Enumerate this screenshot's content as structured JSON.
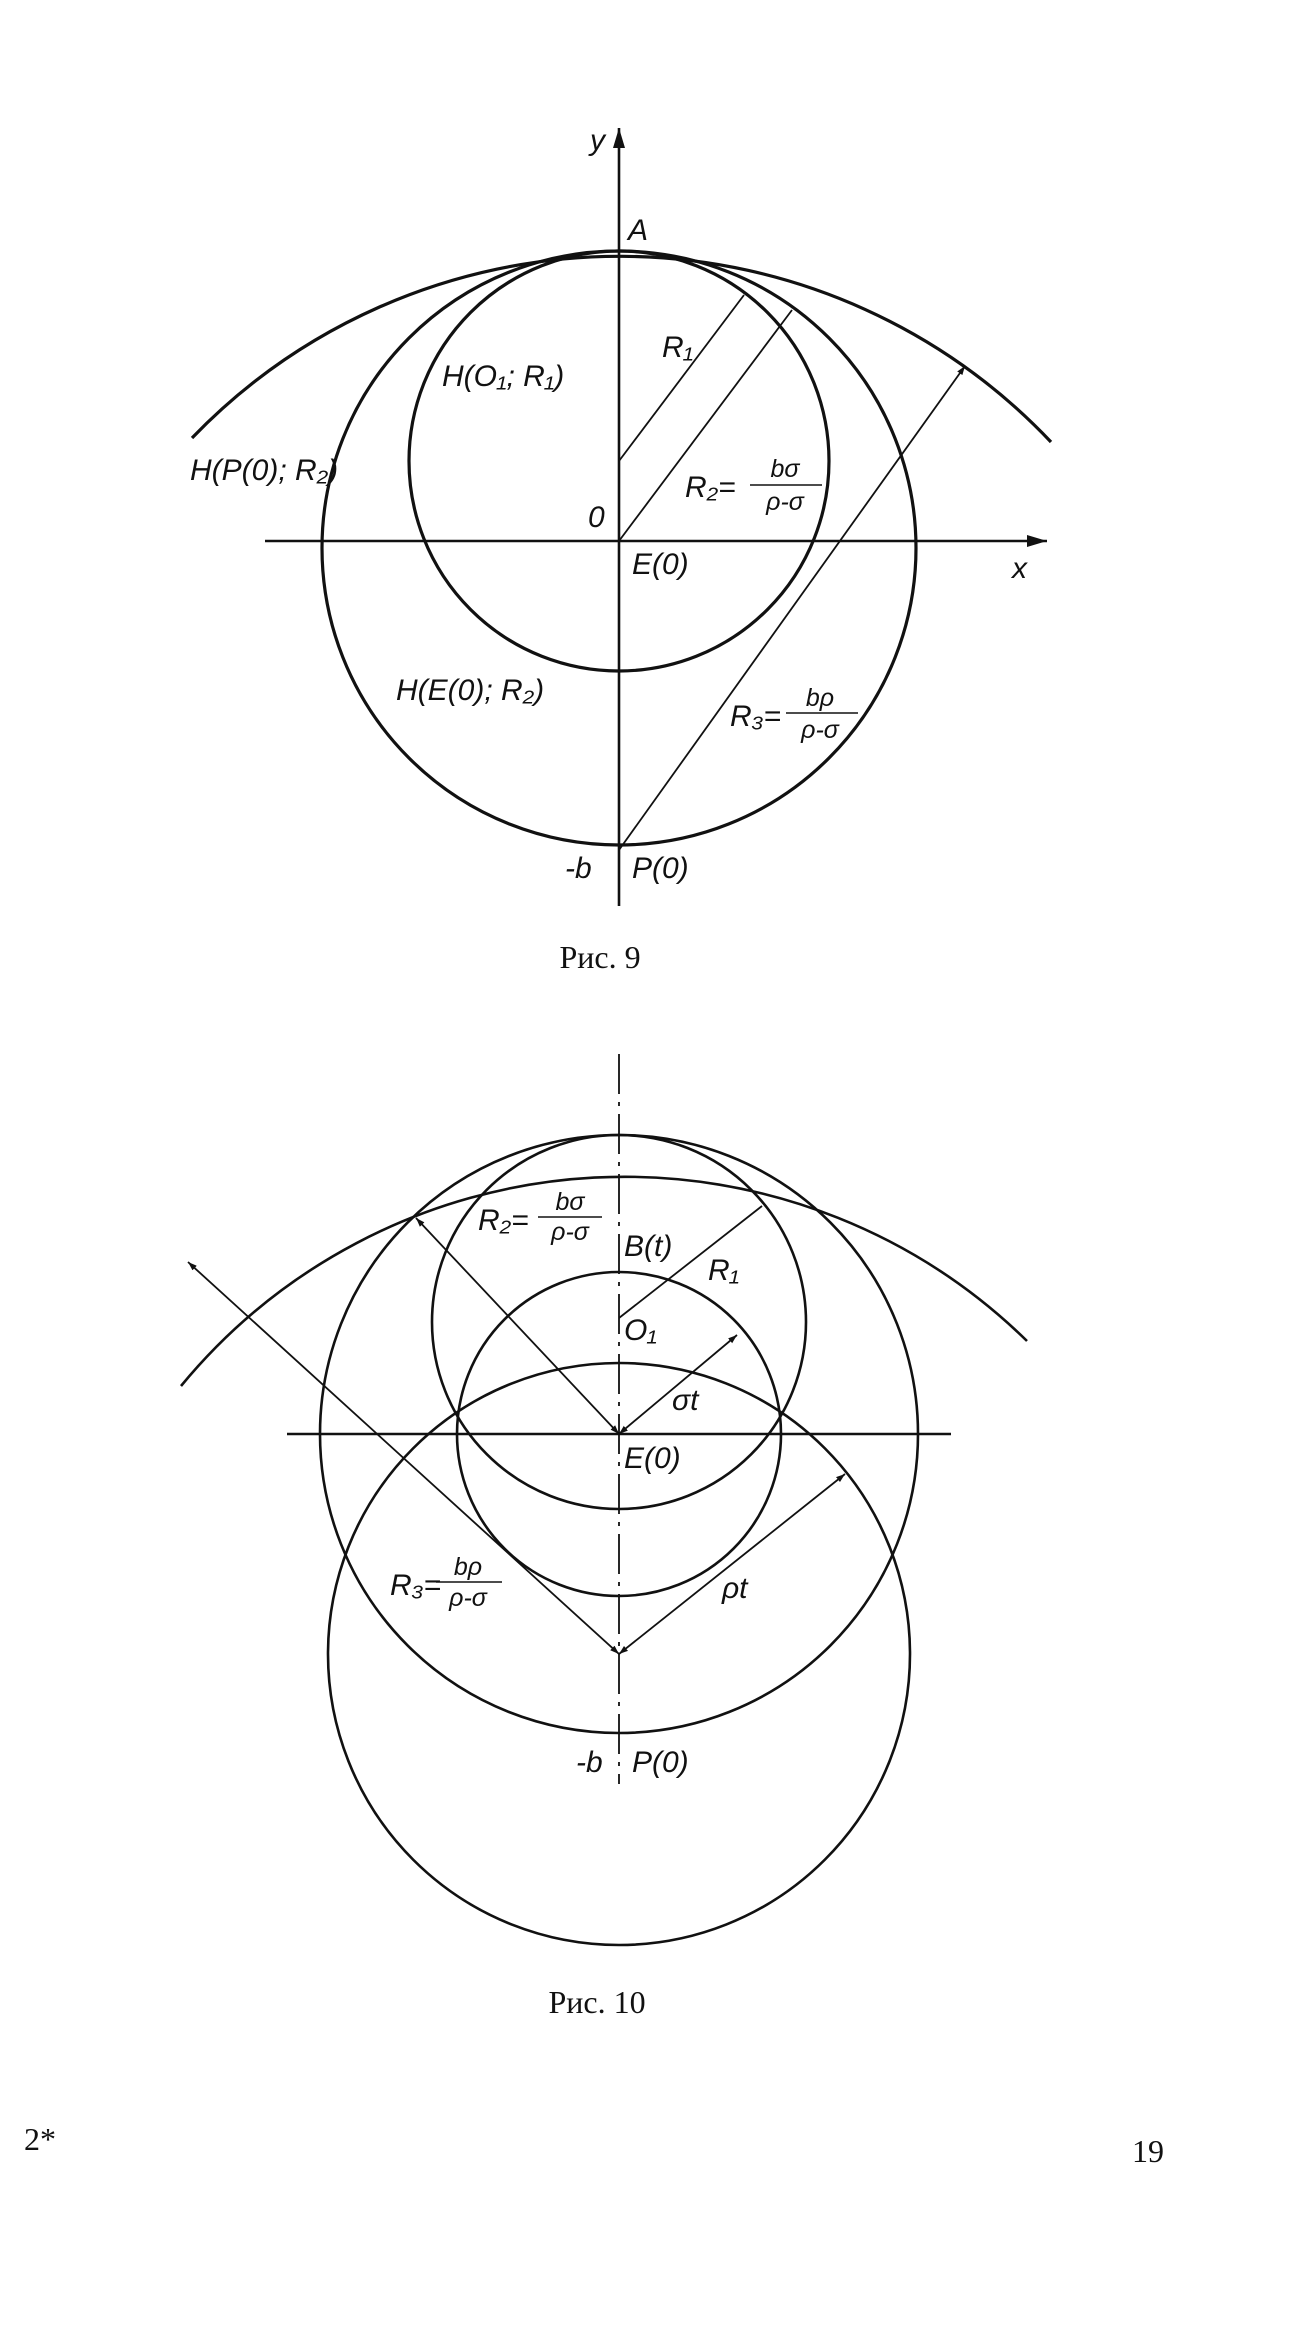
{
  "figure9": {
    "caption": "Рис. 9",
    "labels": {
      "y_axis": "y",
      "x_axis": "x",
      "point_a": "A",
      "origin": "0",
      "e0": "E(0)",
      "p0": "P(0)",
      "minus_b": "-b",
      "r1": "R₁",
      "h_o1_r1": "H(O₁; R₁)",
      "h_p0_r2": "H(P(0); R₂)",
      "h_e0_r2": "H(E(0); R₂)",
      "r2_lhs": "R₂=",
      "r2_num": "bσ",
      "r2_den": "ρ-σ",
      "r3_lhs": "R₃=",
      "r3_num": "bρ",
      "r3_den": "ρ-σ"
    }
  },
  "figure10": {
    "caption": "Рис. 10",
    "labels": {
      "r2_lhs": "R₂=",
      "r2_num": "bσ",
      "r2_den": "ρ-σ",
      "bt": "B(t)",
      "r1": "R₁",
      "o1": "O₁",
      "sigma_t": "σt",
      "e0": "E(0)",
      "r3_lhs": "R₃=",
      "r3_num": "bρ",
      "r3_den": "ρ-σ",
      "rho_t": "ρt",
      "minus_b": "-b",
      "p0": "P(0)"
    }
  },
  "footer": {
    "signature_mark": "2*",
    "page_number": "19"
  }
}
